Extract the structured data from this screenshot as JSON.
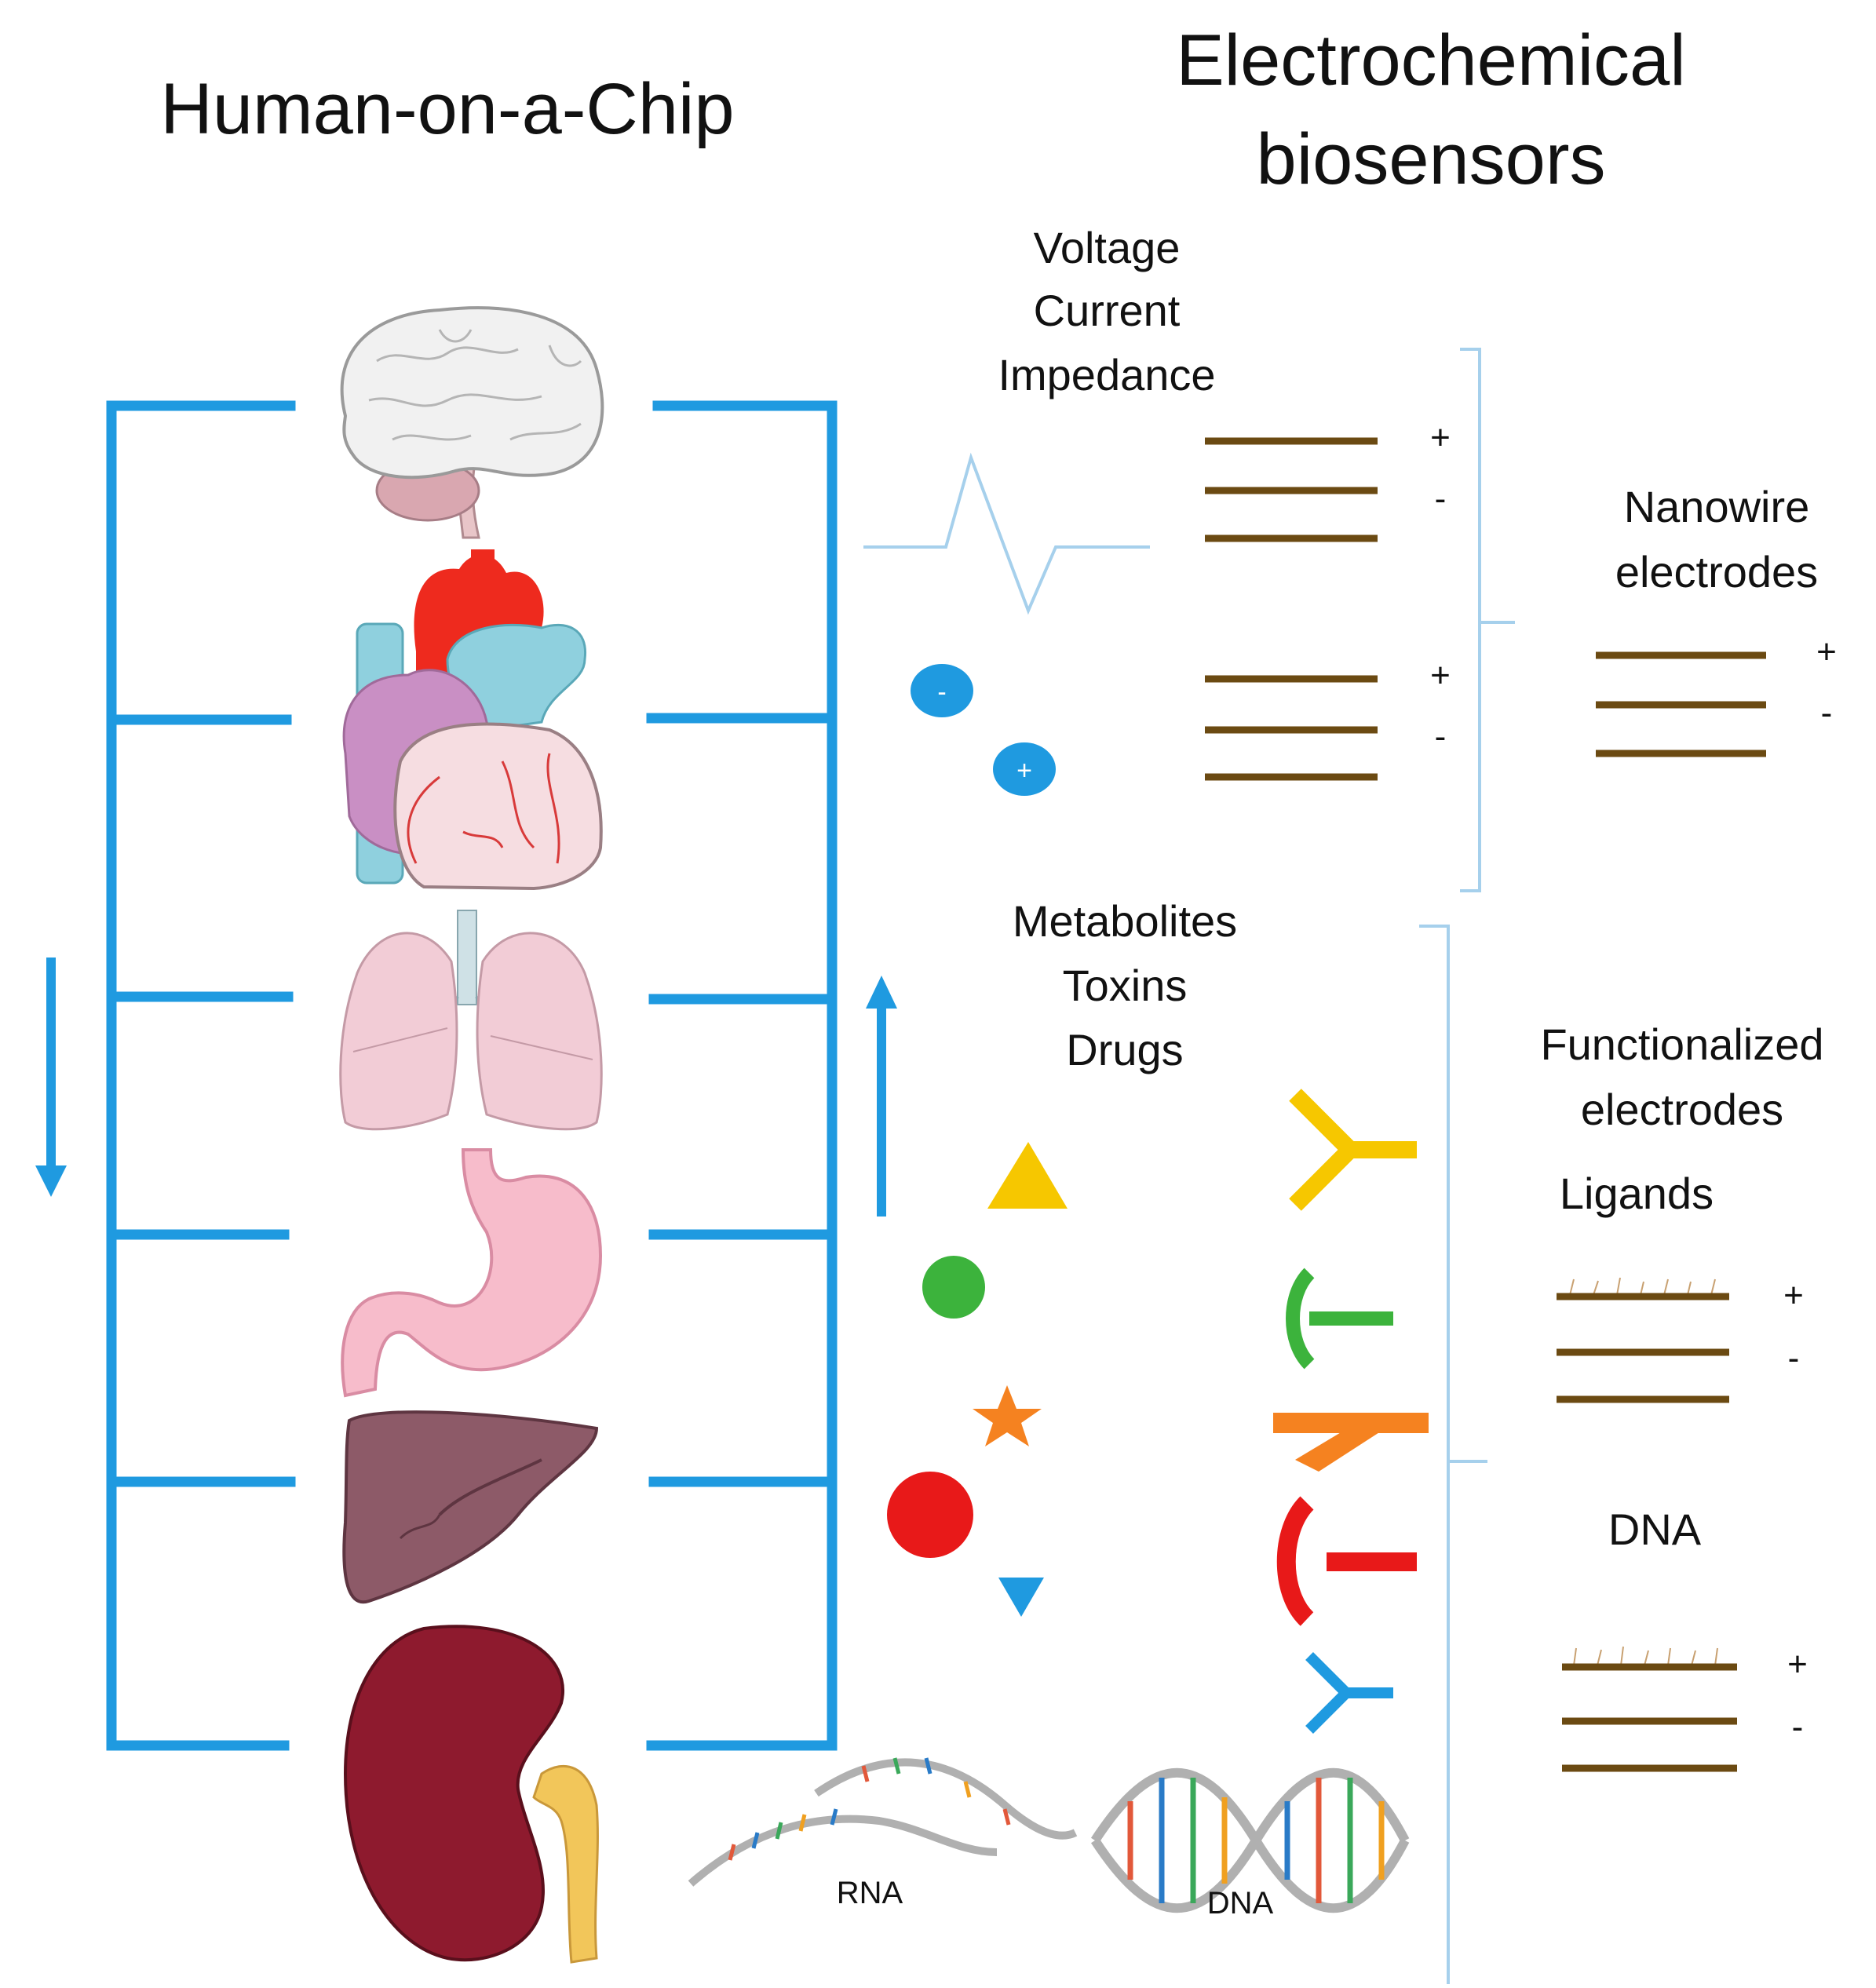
{
  "titles": {
    "human_on_chip": "Human-on-a-Chip",
    "biosensors_line1": "Electrochemical",
    "biosensors_line2": "biosensors"
  },
  "signals": [
    "Voltage",
    "Current",
    "Impedance"
  ],
  "analytes": [
    "Metabolites",
    "Toxins",
    "Drugs"
  ],
  "nanowire": {
    "line1": "Nanowire",
    "line2": "electrodes"
  },
  "functionalized": {
    "line1": "Functionalized",
    "line2": "electrodes"
  },
  "ligands_label": "Ligands",
  "dna_label": "DNA",
  "rna_caption": "RNA",
  "dna_caption": "DNA",
  "electrode_signs": {
    "plus": "+",
    "minus": "-"
  },
  "ion_signs": {
    "minus": "-",
    "plus": "+"
  },
  "organs": [
    "brain-icon",
    "heart-icon",
    "lungs-icon",
    "stomach-icon",
    "liver-icon",
    "kidney-icon"
  ],
  "colors": {
    "channel_blue": "#1f9ae0",
    "electrode_brown": "#6b4a12",
    "triangle_yellow": "#f6c700",
    "circle_green": "#3cb33c",
    "star_orange": "#f58220",
    "circle_red": "#e81919",
    "triangle_blue": "#1f9ae0"
  }
}
